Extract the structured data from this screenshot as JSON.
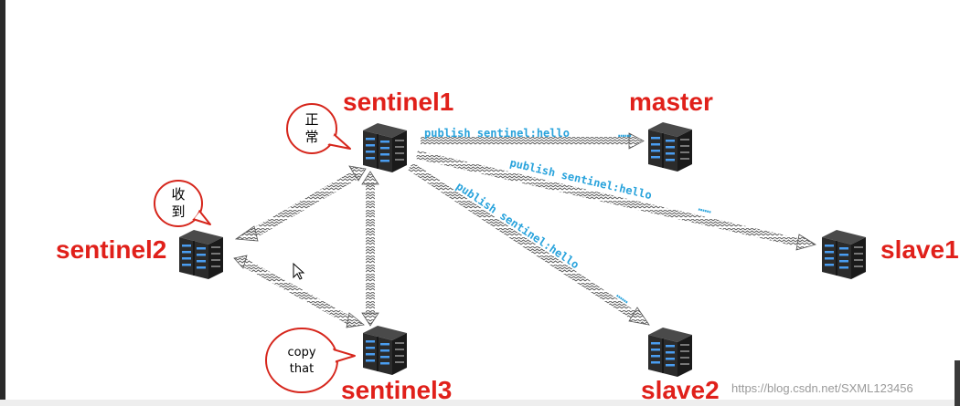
{
  "colors": {
    "node_label": "#e0201a",
    "message_label": "#29a3dc",
    "arrow": "#555555",
    "bubble_border": "#d6261c",
    "server_body": "#2b2b2b",
    "server_light": "#4a9df0"
  },
  "nodes": {
    "sentinel1": {
      "label": "sentinel1",
      "icon": "server-icon"
    },
    "sentinel2": {
      "label": "sentinel2",
      "icon": "server-icon"
    },
    "sentinel3": {
      "label": "sentinel3",
      "icon": "server-icon"
    },
    "master": {
      "label": "master",
      "icon": "server-icon"
    },
    "slave1": {
      "label": "slave1",
      "icon": "server-icon"
    },
    "slave2": {
      "label": "slave2",
      "icon": "server-icon"
    }
  },
  "bubbles": {
    "sentinel1": {
      "line1": "正",
      "line2": "常"
    },
    "sentinel2": {
      "line1": "收",
      "line2": "到"
    },
    "sentinel3": {
      "line1": "copy",
      "line2": "that"
    }
  },
  "edges": {
    "to_master": {
      "text": "publish sentinel:hello",
      "dots": "……"
    },
    "to_slave1": {
      "text": "publish sentinel:hello",
      "dots": "……"
    },
    "to_slave2": {
      "text": "publish sentinel:hello",
      "dots": "……"
    }
  },
  "watermark": "https://blog.csdn.net/SXML123456"
}
